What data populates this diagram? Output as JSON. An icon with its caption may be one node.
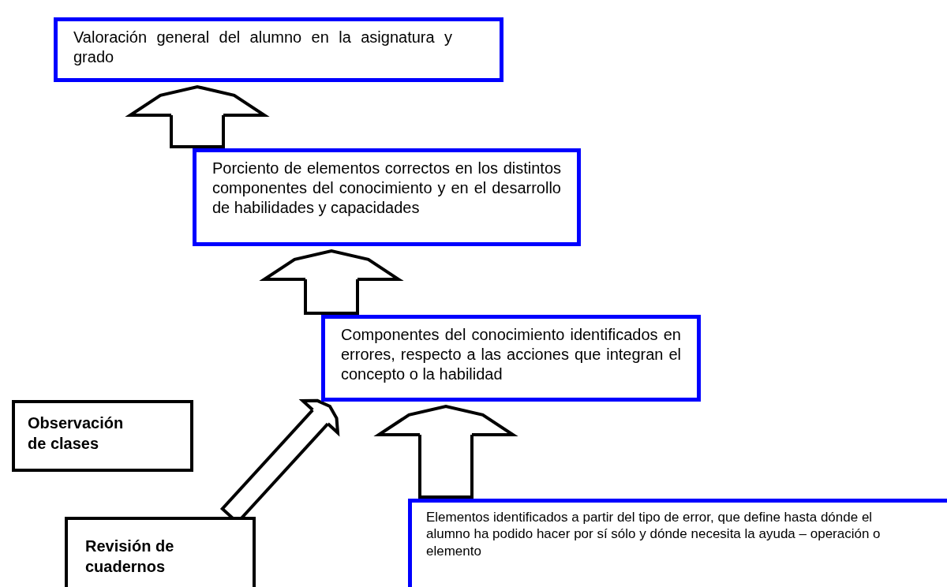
{
  "diagram": {
    "nodes": [
      {
        "text": [
          "Valoración general del alumno en la asignatura y grado"
        ]
      },
      {
        "text": [
          "Porciento de elementos correctos en los distintos componentes del conocimiento y en el desarrollo de habilidades y capacidades"
        ]
      },
      {
        "text": [
          "Componentes del conocimiento identificados en errores, respecto a las acciones que integran el concepto o la habilidad"
        ]
      },
      {
        "text": [
          "Observación de clases"
        ]
      },
      {
        "text": [
          "Revisión de cuadernos"
        ]
      },
      {
        "text": [
          "Elementos identificados a partir del tipo de error, que define hasta dónde el alumno ha podido hacer por sí sólo y dónde necesita la ayuda – operación  o elemento"
        ]
      }
    ],
    "edges": [
      {
        "from": 1,
        "to": 0,
        "arrow": "to"
      },
      {
        "from": 2,
        "to": 1,
        "arrow": "to"
      },
      {
        "from": 5,
        "to": 2,
        "arrow": "to"
      },
      {
        "from": 4,
        "to": 2,
        "arrow": "to"
      }
    ]
  }
}
